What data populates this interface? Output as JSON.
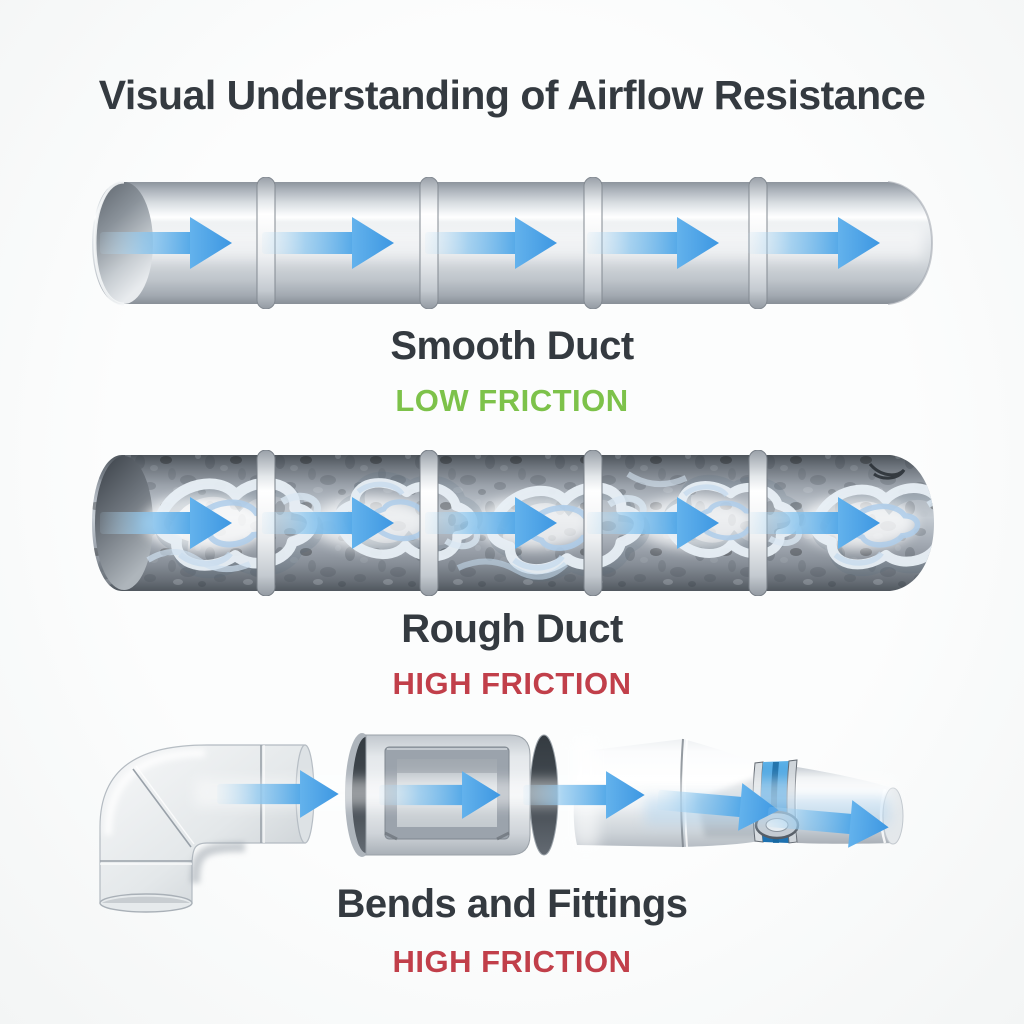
{
  "title": "Visual Understanding of Airflow Resistance",
  "sections": {
    "smooth": {
      "label": "Smooth Duct",
      "status": "LOW FRICTION",
      "status_color": "#7dc24a",
      "arrow_count": 5
    },
    "rough": {
      "label": "Rough Duct",
      "status": "HIGH FRICTION",
      "status_color": "#c13f4a",
      "arrow_count": 5
    },
    "fittings": {
      "label": "Bends and Fittings",
      "status": "HIGH FRICTION",
      "status_color": "#c13f4a",
      "arrow_count": 5
    }
  },
  "colors": {
    "flow_arrow_blue": "#4aa3e8",
    "low_friction_green": "#7dc24a",
    "high_friction_red": "#c13f4a",
    "heading_text": "#343a40",
    "duct_silver": "#d9dee3",
    "rough_duct_gray": "#858d96",
    "clamp_blue": "#2d8ed2"
  },
  "icons": {
    "flow_arrow": "flow-arrow-icon"
  }
}
